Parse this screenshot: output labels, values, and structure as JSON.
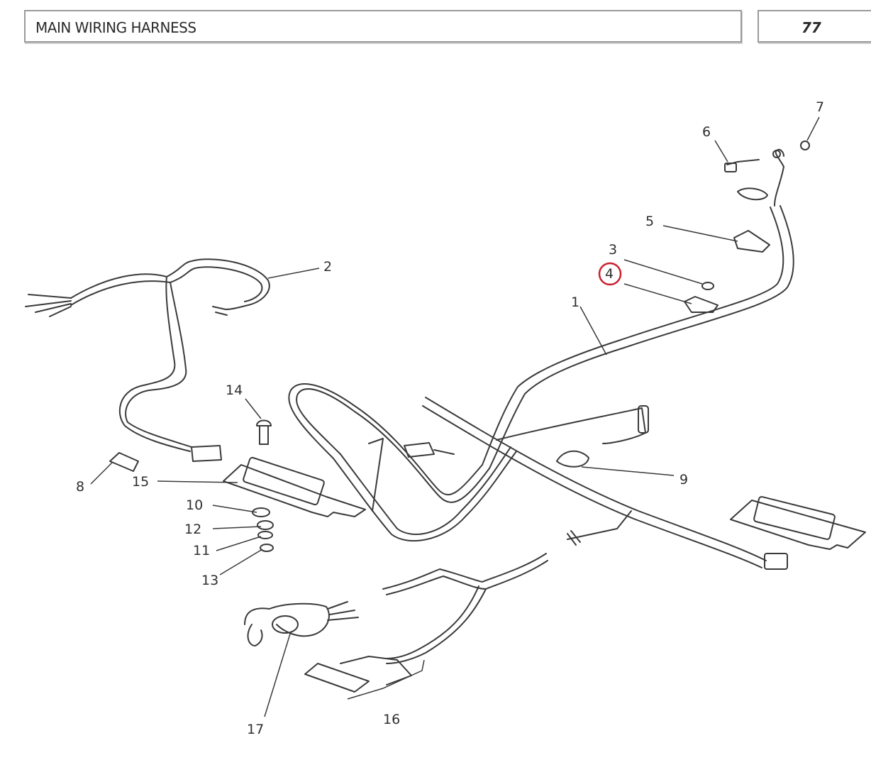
{
  "header": {
    "title": "MAIN WIRING HARNESS",
    "page_number": "77"
  },
  "diagram": {
    "callouts": [
      "1",
      "2",
      "3",
      "4",
      "5",
      "6",
      "7",
      "8",
      "9",
      "10",
      "11",
      "12",
      "13",
      "14",
      "15",
      "16",
      "17"
    ],
    "highlighted_callout": "4",
    "highlight_color": "#cc1f2f",
    "line_color": "#3a3a3a"
  }
}
